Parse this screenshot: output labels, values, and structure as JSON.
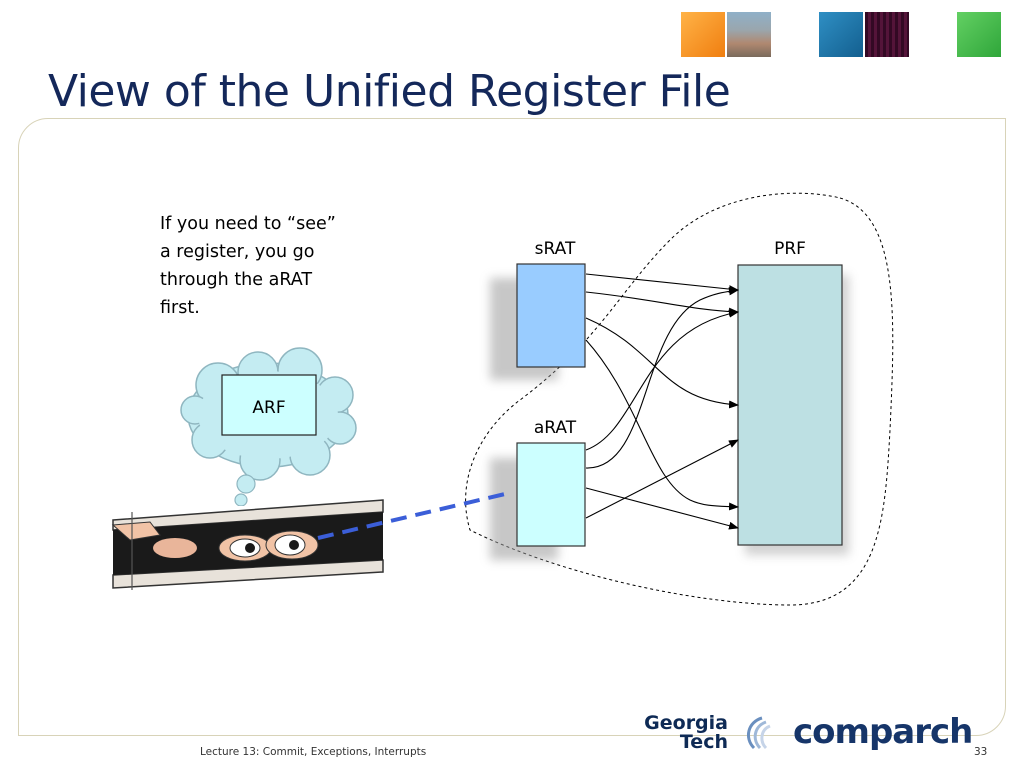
{
  "slide": {
    "title": "View of the Unified Register File",
    "note_lines": [
      "If you need to “see”",
      "a register, you go",
      "through the aRAT",
      "first."
    ],
    "footer_lecture": "Lecture 13: Commit, Exceptions, Interrupts",
    "page_number": "33"
  },
  "diagram": {
    "srat_label": "sRAT",
    "arat_label": "aRAT",
    "prf_label": "PRF",
    "arf_label": "ARF"
  },
  "logos": {
    "institution_line1": "Georgia",
    "institution_line2": "Tech",
    "brand": "comparch"
  },
  "colors": {
    "title": "#14285a",
    "srat_fill": "#99ccff",
    "arat_fill": "#ccffff",
    "prf_fill": "#bde0e3",
    "gaze_line": "#3b5ed8"
  }
}
